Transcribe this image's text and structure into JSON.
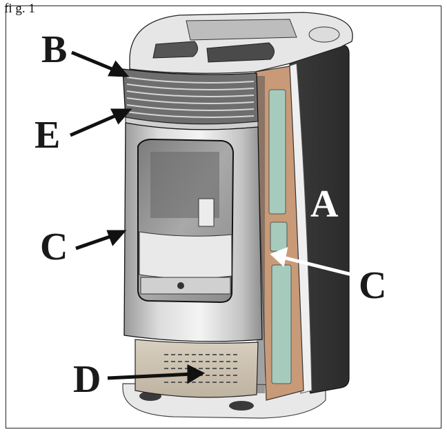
{
  "figure": {
    "caption": "fi g. 1"
  },
  "callouts": [
    {
      "id": "a",
      "label": "A"
    },
    {
      "id": "b",
      "label": "B"
    },
    {
      "id": "c-left",
      "label": "C"
    },
    {
      "id": "c-right",
      "label": "C"
    },
    {
      "id": "d",
      "label": "D"
    },
    {
      "id": "e",
      "label": "E"
    }
  ]
}
